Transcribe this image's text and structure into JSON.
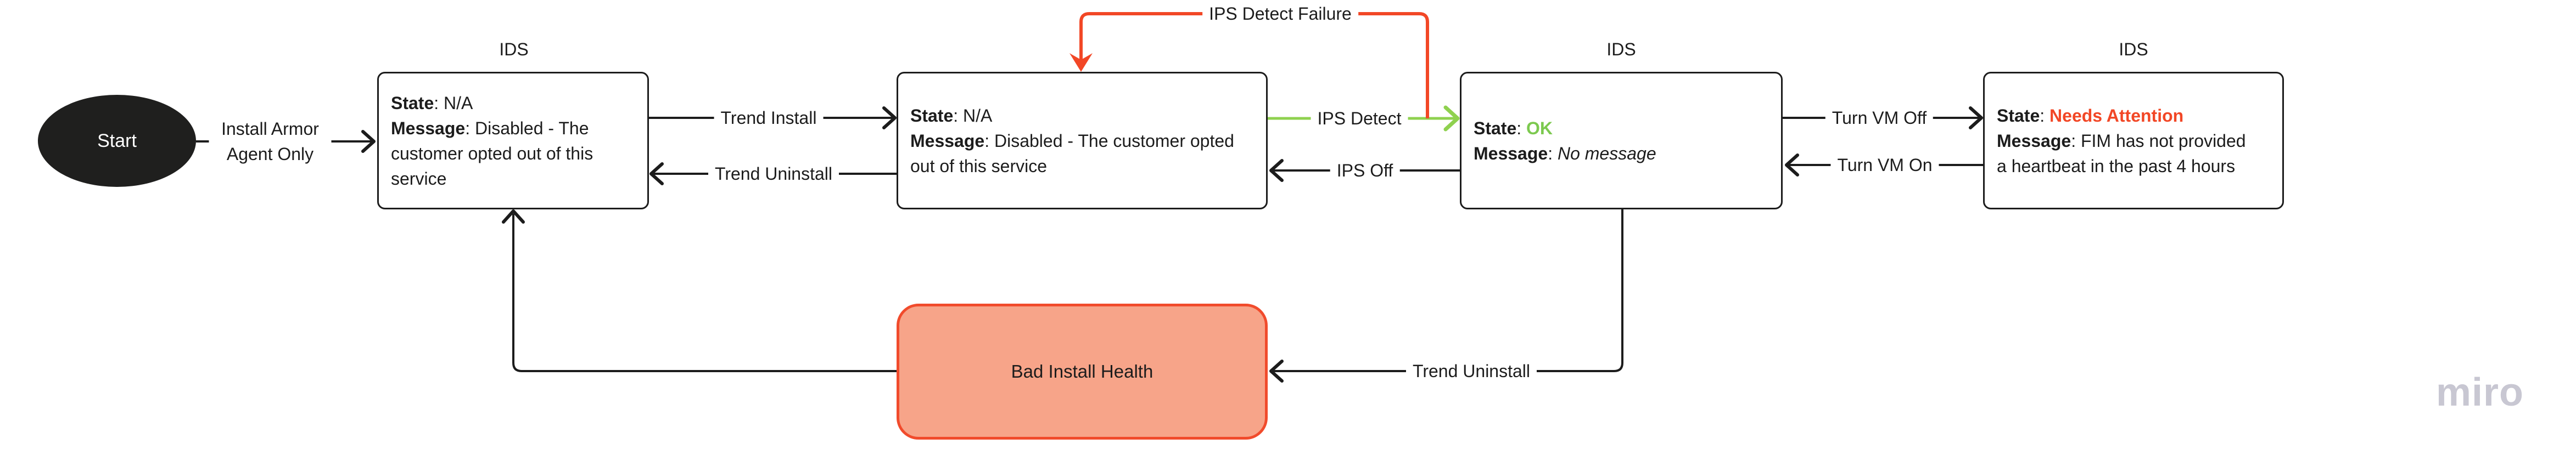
{
  "colors": {
    "bg": "#ffffff",
    "ink": "#1c1c1c",
    "red": "#f24726",
    "green-line": "#8fd14f",
    "green-text": "#7cc94f",
    "start-fill": "#1f1f1e",
    "salmon-fill": "#f7a489",
    "salmon-border": "#f14b2c",
    "watermark": "#c8c7d2"
  },
  "sep": ": ",
  "start": {
    "label": "Start"
  },
  "nodes": [
    {
      "title": "IDS",
      "state_label": "State",
      "state_value": "N/A",
      "message_label": "Message",
      "message_value": "Disabled - The customer opted out of this service"
    },
    {
      "title": "",
      "state_label": "State",
      "state_value": "N/A",
      "message_label": "Message",
      "message_value": "Disabled - The customer opted out of this service"
    },
    {
      "title": "IDS",
      "state_label": "State",
      "state_value": "OK",
      "message_label": "Message",
      "message_value": "No message"
    },
    {
      "title": "IDS",
      "state_label": "State",
      "state_value": "Needs Attention",
      "message_label": "Message",
      "message_value": "FIM has not provided a heartbeat in the past 4 hours"
    }
  ],
  "bad_node": {
    "label": "Bad Install Health"
  },
  "edges": {
    "install": "Install Armor Agent Only",
    "trend_install": "Trend Install",
    "trend_uninstall_top": "Trend Uninstall",
    "ips_detect": "IPS Detect",
    "ips_off": "IPS Off",
    "ips_detect_failure": "IPS Detect Failure",
    "turn_vm_off": "Turn VM Off",
    "turn_vm_on": "Turn VM On",
    "trend_uninstall_bottom": "Trend Uninstall"
  },
  "watermark": "miro"
}
